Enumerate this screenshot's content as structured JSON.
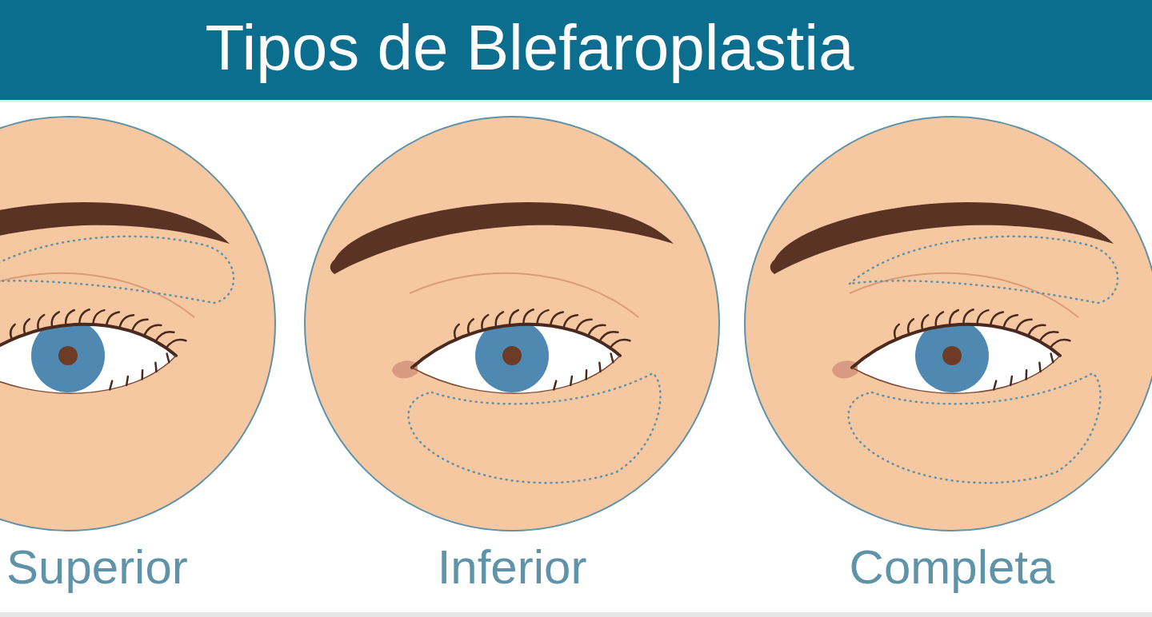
{
  "diagram": {
    "title": "Tipos de Blefaroplastia",
    "nodes": [
      {
        "text": [
          "Superior"
        ]
      },
      {
        "text": [
          "Inferior"
        ]
      },
      {
        "text": [
          "Completa"
        ]
      }
    ]
  }
}
